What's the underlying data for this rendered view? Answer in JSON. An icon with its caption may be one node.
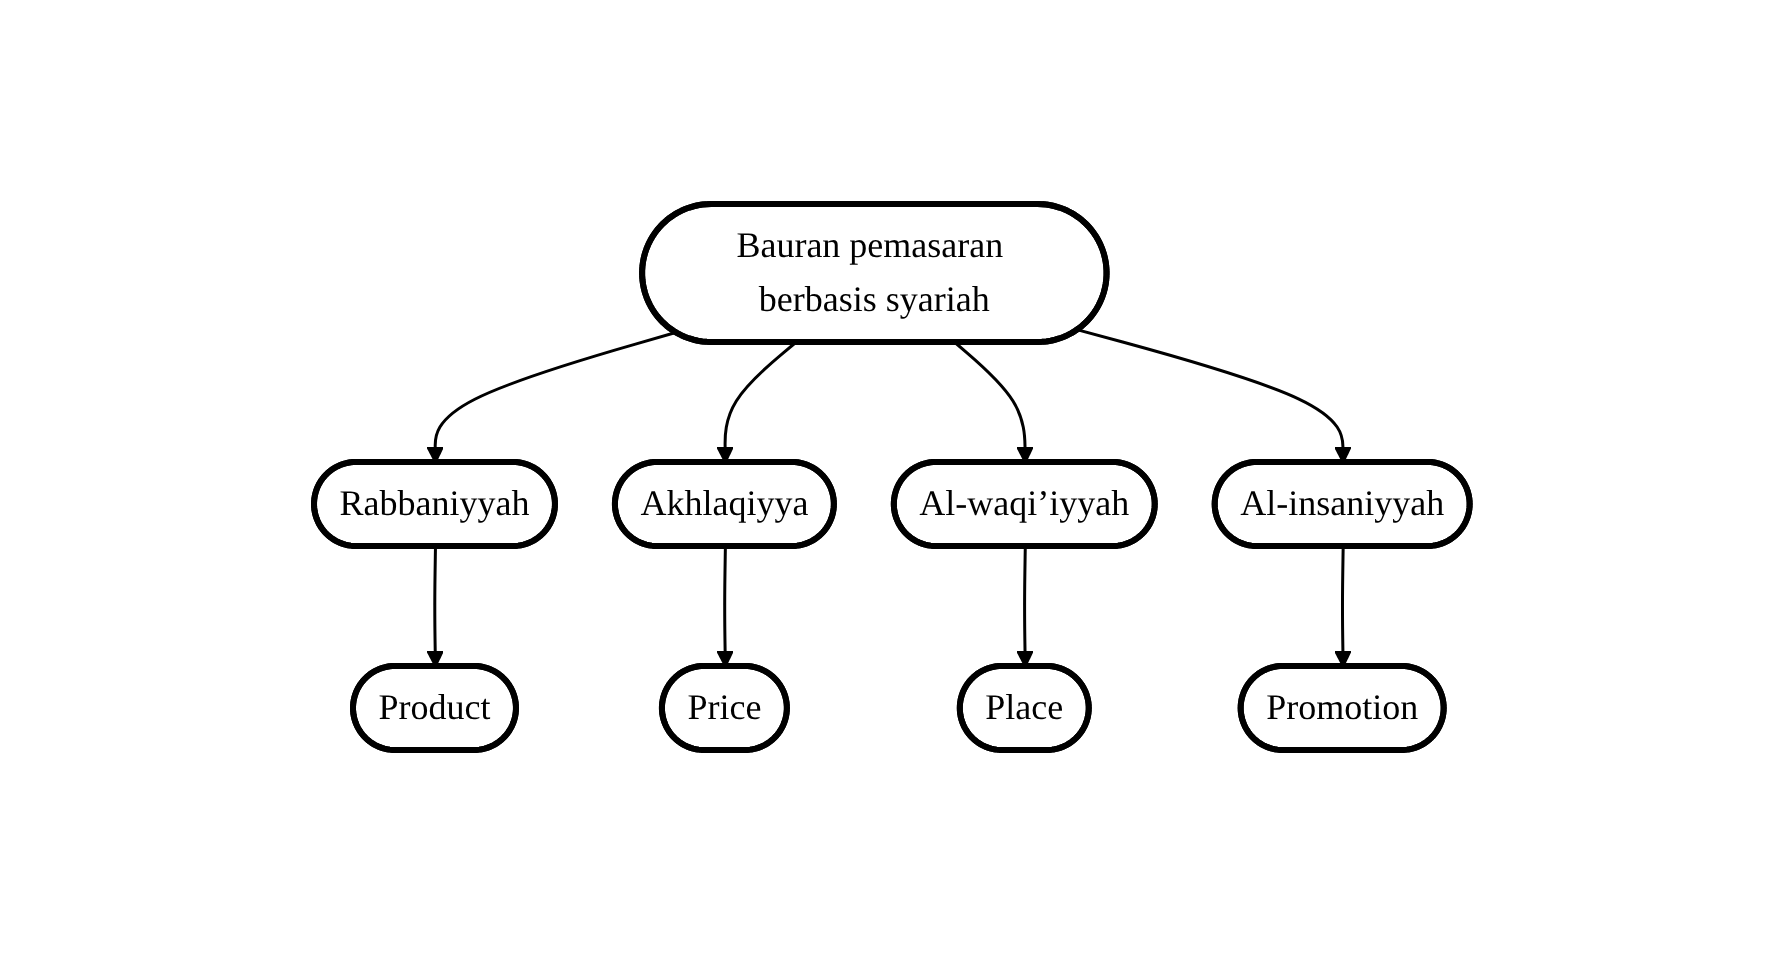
{
  "diagram": {
    "nodes": [
      {
        "text": [
          "Bauran pemasaran berbasis syariah"
        ]
      },
      {
        "text": [
          "Rabbaniyyah"
        ]
      },
      {
        "text": [
          "Akhlaqiyya"
        ]
      },
      {
        "text": [
          "Al-waqi’iyyah"
        ]
      },
      {
        "text": [
          "Al-insaniyyah"
        ]
      },
      {
        "text": [
          "Product"
        ]
      },
      {
        "text": [
          "Price"
        ]
      },
      {
        "text": [
          "Place"
        ]
      },
      {
        "text": [
          "Promotion"
        ]
      }
    ],
    "edges": [
      {
        "from": 0,
        "to": 1,
        "arrow": "to"
      },
      {
        "from": 0,
        "to": 2,
        "arrow": "to"
      },
      {
        "from": 0,
        "to": 3,
        "arrow": "to"
      },
      {
        "from": 0,
        "to": 4,
        "arrow": "to"
      },
      {
        "from": 1,
        "to": 5,
        "arrow": "to"
      },
      {
        "from": 2,
        "to": 6,
        "arrow": "to"
      },
      {
        "from": 3,
        "to": 7,
        "arrow": "to"
      },
      {
        "from": 4,
        "to": 8,
        "arrow": "to"
      }
    ]
  }
}
